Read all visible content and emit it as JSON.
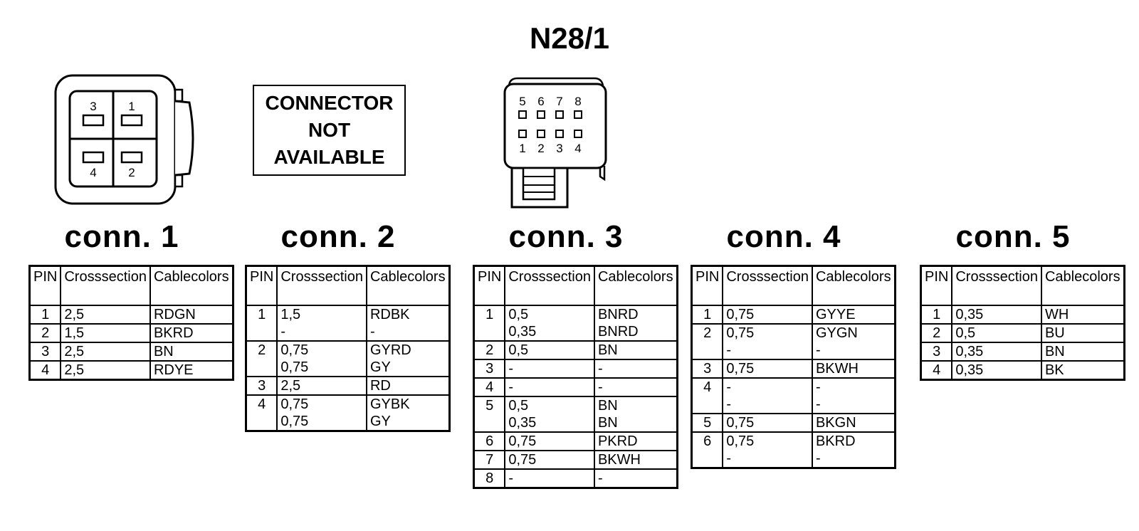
{
  "title": "N28/1",
  "connector1_pins": [
    "3",
    "1",
    "4",
    "2"
  ],
  "connector3_pins": [
    "5",
    "6",
    "7",
    "8",
    "1",
    "2",
    "3",
    "4"
  ],
  "not_available_lines": [
    "CONNECTOR",
    "NOT",
    "AVAILABLE"
  ],
  "headers": {
    "pin": "PIN",
    "cross_a": "Cross",
    "cross_b": "section",
    "cable_a": "Cable",
    "cable_b": "colors"
  },
  "connectors": [
    {
      "label": "conn. 1",
      "rows": [
        {
          "pin": "1",
          "sections": [
            "2,5"
          ],
          "colors": [
            "RDGN"
          ]
        },
        {
          "pin": "2",
          "sections": [
            "1,5"
          ],
          "colors": [
            "BKRD"
          ]
        },
        {
          "pin": "3",
          "sections": [
            "2,5"
          ],
          "colors": [
            "BN"
          ]
        },
        {
          "pin": "4",
          "sections": [
            "2,5"
          ],
          "colors": [
            "RDYE"
          ]
        }
      ]
    },
    {
      "label": "conn. 2",
      "rows": [
        {
          "pin": "1",
          "sections": [
            "1,5",
            "-"
          ],
          "colors": [
            "RDBK",
            "-"
          ]
        },
        {
          "pin": "2",
          "sections": [
            "0,75",
            "0,75"
          ],
          "colors": [
            "GYRD",
            "GY"
          ]
        },
        {
          "pin": "3",
          "sections": [
            "2,5"
          ],
          "colors": [
            "RD"
          ]
        },
        {
          "pin": "4",
          "sections": [
            "0,75",
            "0,75"
          ],
          "colors": [
            "GYBK",
            "GY"
          ]
        }
      ]
    },
    {
      "label": "conn. 3",
      "rows": [
        {
          "pin": "1",
          "sections": [
            "0,5",
            "0,35"
          ],
          "colors": [
            "BNRD",
            "BNRD"
          ]
        },
        {
          "pin": "2",
          "sections": [
            "0,5"
          ],
          "colors": [
            "BN"
          ]
        },
        {
          "pin": "3",
          "sections": [
            "-"
          ],
          "colors": [
            "-"
          ]
        },
        {
          "pin": "4",
          "sections": [
            "-"
          ],
          "colors": [
            "-"
          ]
        },
        {
          "pin": "5",
          "sections": [
            "0,5",
            "0,35"
          ],
          "colors": [
            "BN",
            "BN"
          ]
        },
        {
          "pin": "6",
          "sections": [
            "0,75"
          ],
          "colors": [
            "PKRD"
          ]
        },
        {
          "pin": "7",
          "sections": [
            "0,75"
          ],
          "colors": [
            "BKWH"
          ]
        },
        {
          "pin": "8",
          "sections": [
            "-"
          ],
          "colors": [
            "-"
          ]
        }
      ]
    },
    {
      "label": "conn. 4",
      "rows": [
        {
          "pin": "1",
          "sections": [
            "0,75"
          ],
          "colors": [
            "GYYE"
          ]
        },
        {
          "pin": "2",
          "sections": [
            "0,75",
            "-"
          ],
          "colors": [
            "GYGN",
            "-"
          ]
        },
        {
          "pin": "3",
          "sections": [
            "0,75"
          ],
          "colors": [
            "BKWH"
          ]
        },
        {
          "pin": "4",
          "sections": [
            "-",
            "-"
          ],
          "colors": [
            "-",
            "-"
          ]
        },
        {
          "pin": "5",
          "sections": [
            "0,75"
          ],
          "colors": [
            "BKGN"
          ]
        },
        {
          "pin": "6",
          "sections": [
            "0,75",
            "-"
          ],
          "colors": [
            "BKRD",
            "-"
          ]
        }
      ]
    },
    {
      "label": "conn. 5",
      "rows": [
        {
          "pin": "1",
          "sections": [
            "0,35"
          ],
          "colors": [
            "WH"
          ]
        },
        {
          "pin": "2",
          "sections": [
            "0,5"
          ],
          "colors": [
            "BU"
          ]
        },
        {
          "pin": "3",
          "sections": [
            "0,35"
          ],
          "colors": [
            "BN"
          ]
        },
        {
          "pin": "4",
          "sections": [
            "0,35"
          ],
          "colors": [
            "BK"
          ]
        }
      ]
    }
  ]
}
